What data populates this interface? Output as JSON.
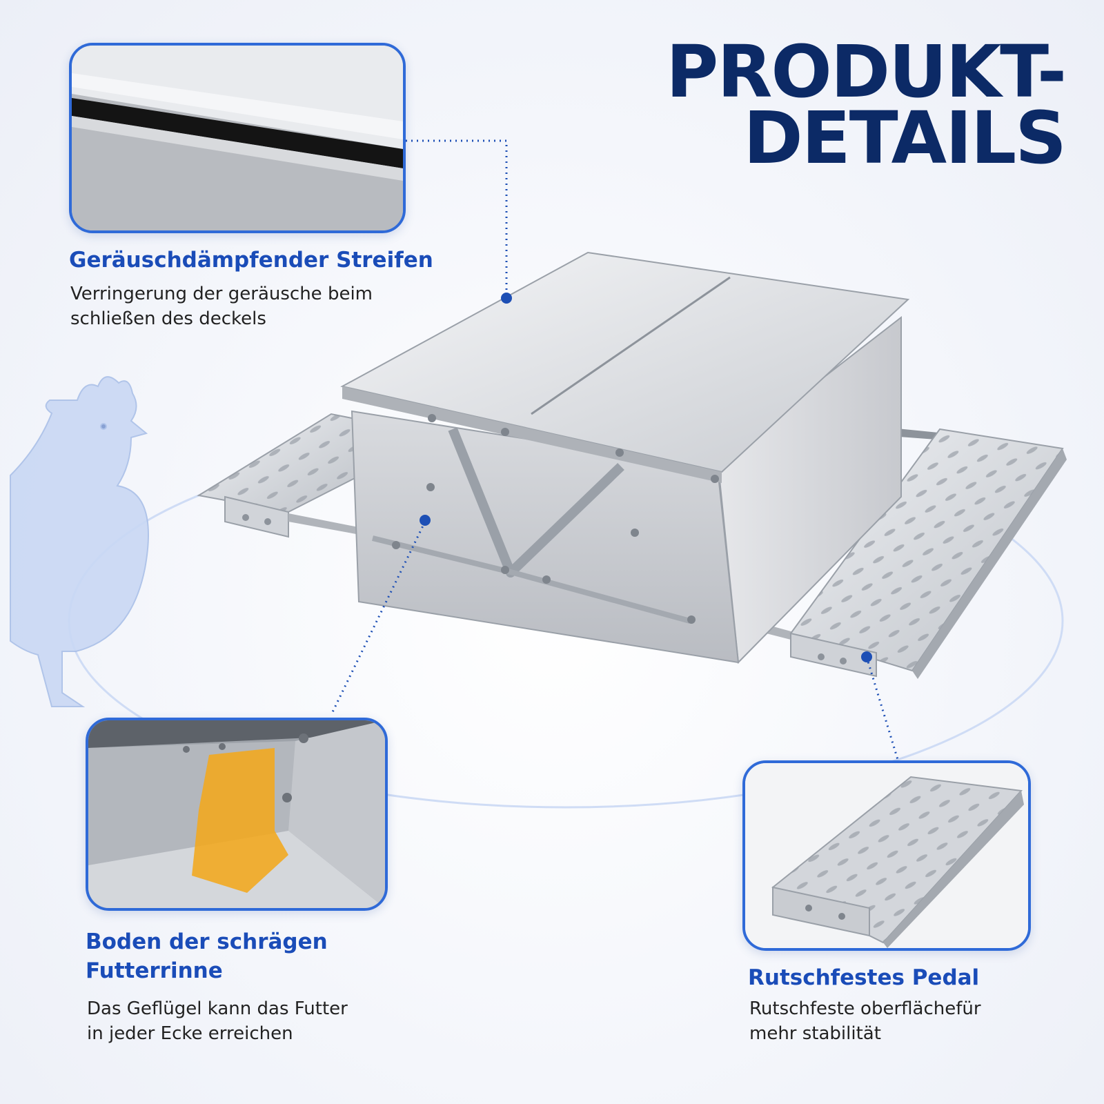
{
  "title": {
    "line1": "PRODUKT-",
    "line2": "DETAILS"
  },
  "features": {
    "strip": {
      "heading": "Geräuschdämpfender Streifen",
      "desc_line1": "Verringerung der geräusche beim",
      "desc_line2": "schließen des deckels"
    },
    "floor": {
      "heading_line1": "Boden der schrägen",
      "heading_line2": "Futterrinne",
      "desc_line1": "Das Geflügel kann das Futter",
      "desc_line2": "in jeder Ecke erreichen"
    },
    "pedal": {
      "heading": "Rutschfestes Pedal",
      "desc_line1": "Rutschfeste oberflächefür",
      "desc_line2": "mehr stabilität"
    }
  },
  "colors": {
    "title": "#0c2a66",
    "heading": "#1a4cb8",
    "card_border": "#2f6ad8",
    "highlight": "#f2a81d"
  },
  "icons": [
    "chicken-silhouette-icon",
    "callout-dot-icon"
  ]
}
